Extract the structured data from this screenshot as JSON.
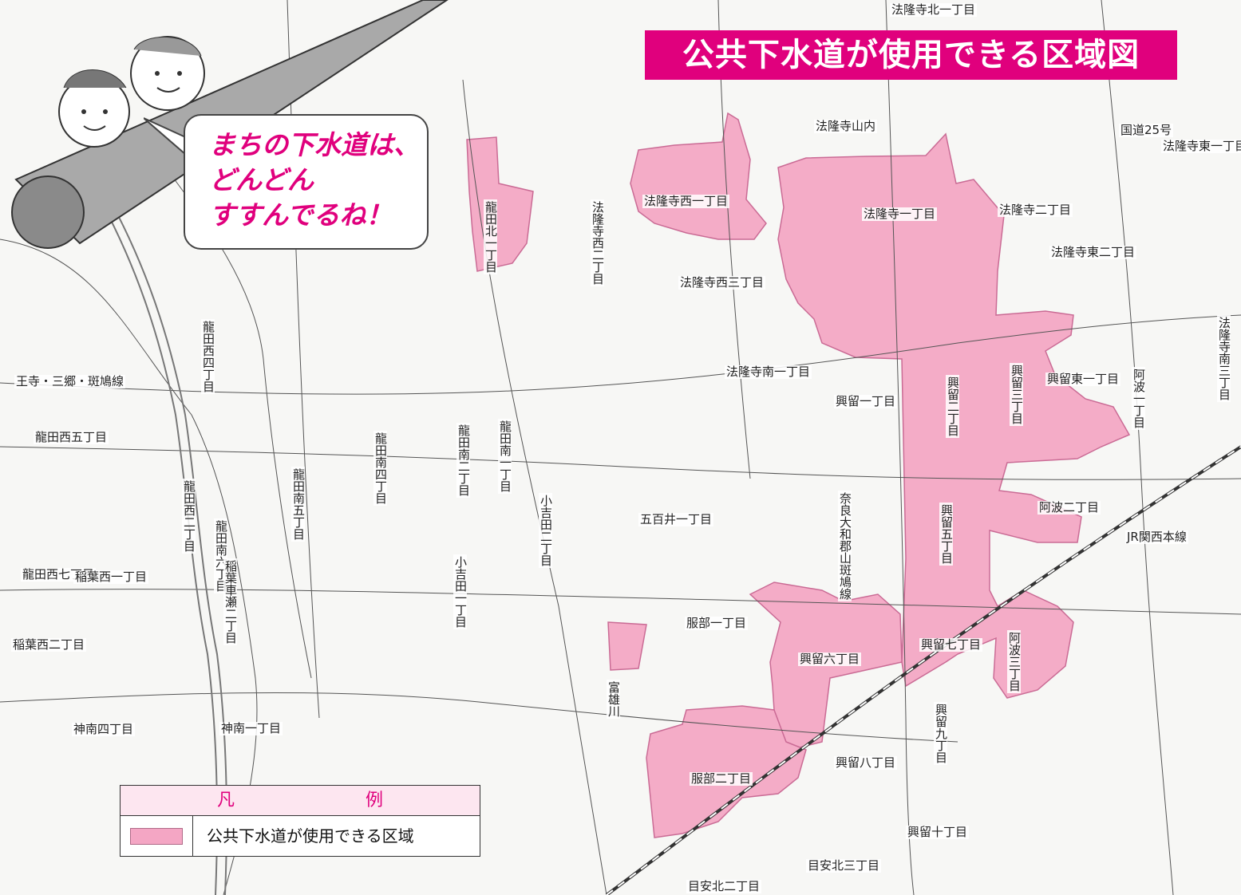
{
  "title": "公共下水道が使用できる区域図",
  "speech_bubble": "まちの下水道は、\nどんどん\nすすんでるね！",
  "legend": {
    "heading": "凡　　例",
    "item_label": "公共下水道が使用できる区域",
    "swatch_color": "#f4a6c4"
  },
  "colors": {
    "title_bg": "#e0007d",
    "highlight_text": "#e0007d",
    "sewer_area": "#f4a6c4",
    "map_lines": "#555555"
  },
  "place_labels": [
    "法隆寺北一丁目",
    "法隆寺山内",
    "法隆寺西一丁目",
    "法隆寺西二丁目",
    "法隆寺西三丁目",
    "法隆寺一丁目",
    "法隆寺二丁目",
    "法隆寺東一丁目",
    "法隆寺東二丁目",
    "法隆寺南一丁目",
    "法隆寺南三丁目",
    "龍田北一丁目",
    "龍田西二丁目",
    "龍田西四丁目",
    "龍田西五丁目",
    "龍田南一丁目",
    "龍田南二丁目",
    "龍田南四丁目",
    "龍田南五丁目",
    "龍田南六丁目",
    "龍田西七丁目",
    "稲葉西一丁目",
    "稲葉西二丁目",
    "稲葉車瀬二丁目",
    "小吉田一丁目",
    "小吉田二丁目",
    "五百井一丁目",
    "服部一丁目",
    "服部二丁目",
    "興留一丁目",
    "興留二丁目",
    "興留三丁目",
    "興留五丁目",
    "興留六丁目",
    "興留七丁目",
    "興留八丁目",
    "興留九丁目",
    "興留十丁目",
    "興留東一丁目",
    "阿波一丁目",
    "阿波二丁目",
    "阿波三丁目",
    "目安北二丁目",
    "目安北三丁目",
    "神南一丁目",
    "神南四丁目",
    "国道25号",
    "王寺・三郷・斑鳩線",
    "奈良大和郡山斑鳩線",
    "JR関西本線",
    "富雄川"
  ]
}
